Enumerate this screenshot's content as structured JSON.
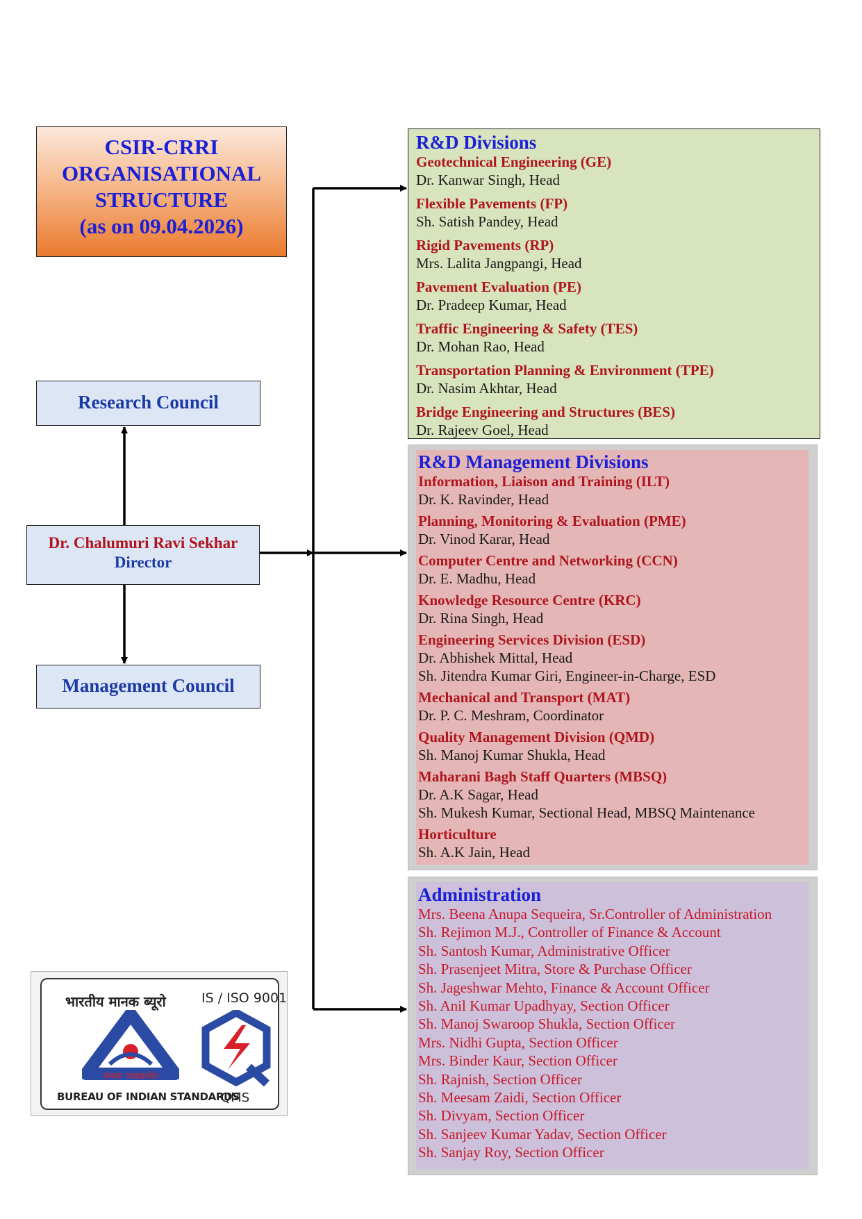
{
  "title": {
    "lines": [
      "CSIR-CRRI",
      "ORGANISATIONAL",
      "STRUCTURE",
      "(as on 09.04.2026)"
    ]
  },
  "research_council": "Research Council",
  "management_council": "Management Council",
  "director": {
    "name": "Dr. Chalumuri Ravi Sekhar",
    "role": "Director"
  },
  "rd_divisions": {
    "title": "R&D Divisions",
    "groups": [
      {
        "head": "Geotechnical Engineering (GE)",
        "people": [
          "Dr. Kanwar Singh, Head"
        ]
      },
      {
        "head": "Flexible Pavements (FP)",
        "people": [
          "Sh. Satish Pandey, Head"
        ]
      },
      {
        "head": "Rigid Pavements (RP)",
        "people": [
          "Mrs. Lalita Jangpangi, Head"
        ]
      },
      {
        "head": "Pavement Evaluation (PE)",
        "people": [
          "Dr. Pradeep Kumar, Head"
        ]
      },
      {
        "head": "Traffic Engineering & Safety (TES)",
        "people": [
          "Dr. Mohan Rao, Head"
        ]
      },
      {
        "head": "Transportation Planning & Environment (TPE)",
        "people": [
          "Dr. Nasim Akhtar, Head"
        ]
      },
      {
        "head": "Bridge Engineering and Structures (BES)",
        "people": [
          "Dr. Rajeev Goel, Head"
        ]
      }
    ]
  },
  "rd_management": {
    "title": "R&D Management Divisions",
    "groups": [
      {
        "head": "Information, Liaison and Training (ILT)",
        "people": [
          "Dr. K. Ravinder, Head"
        ]
      },
      {
        "head": "Planning, Monitoring & Evaluation (PME)",
        "people": [
          "Dr. Vinod Karar, Head"
        ]
      },
      {
        "head": "Computer Centre and Networking (CCN)",
        "people": [
          "Dr. E. Madhu, Head"
        ]
      },
      {
        "head": "Knowledge Resource Centre (KRC)",
        "people": [
          "Dr. Rina Singh, Head"
        ]
      },
      {
        "head": "Engineering Services Division (ESD)",
        "people": [
          "Dr. Abhishek Mittal, Head",
          "Sh. Jitendra Kumar Giri, Engineer-in-Charge, ESD"
        ]
      },
      {
        "head": "Mechanical and Transport (MAT)",
        "people": [
          "Dr. P. C. Meshram, Coordinator"
        ]
      },
      {
        "head": "Quality Management Division (QMD)",
        "people": [
          "Sh. Manoj Kumar Shukla, Head"
        ]
      },
      {
        "head": "Maharani Bagh Staff Quarters (MBSQ)",
        "people": [
          "Dr. A.K Sagar, Head",
          "Sh. Mukesh Kumar, Sectional Head, MBSQ Maintenance"
        ]
      },
      {
        "head": "Horticulture",
        "people": [
          "Sh. A.K Jain, Head"
        ]
      }
    ]
  },
  "administration": {
    "title": "Administration",
    "members": [
      "Mrs. Beena Anupa Sequeira, Sr.Controller of Administration",
      "Sh. Rejimon M.J., Controller of Finance & Account",
      "Sh. Santosh Kumar, Administrative Officer",
      "Sh. Prasenjeet Mitra, Store & Purchase Officer",
      "Sh. Jageshwar Mehto, Finance & Account Officer",
      "Sh. Anil Kumar Upadhyay, Section Officer",
      "Sh. Manoj Swaroop Shukla, Section Officer",
      "Mrs. Nidhi Gupta, Section Officer",
      "Mrs. Binder Kaur, Section Officer",
      "Sh. Rajnish, Section Officer",
      "Sh. Meesam Zaidi, Section Officer",
      "Sh. Divyam, Section Officer",
      "Sh. Sanjeev Kumar Yadav, Section Officer",
      "Sh. Sanjay Roy, Section Officer"
    ]
  },
  "logo": {
    "hindi": "भारतीय मानक ब्यूरो",
    "iso": "IS / ISO 9001",
    "motto": "मानकः पथप्रदर्शकः",
    "bis": "BUREAU OF INDIAN STANDARDS",
    "qms": "QMS",
    "colors": {
      "blue": "#2b4aa3",
      "red": "#d8202a"
    }
  },
  "colors": {
    "title_text": "#1a1fd8",
    "division_head": "#b0141e",
    "admin_text": "#c8182a"
  }
}
